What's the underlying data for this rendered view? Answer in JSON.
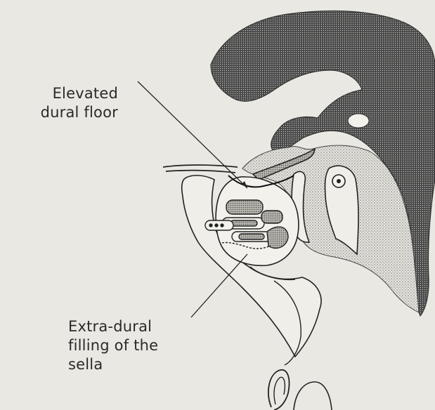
{
  "labels": {
    "elevated_dural_floor": [
      "Elevated",
      "dural floor"
    ],
    "extra_dural_filling": [
      "Extra-dural",
      "filling of the",
      "sella"
    ]
  },
  "colors": {
    "background": "#e9e8e2",
    "ink": "#2a2a2a",
    "stipple": "#3c3c3c"
  }
}
